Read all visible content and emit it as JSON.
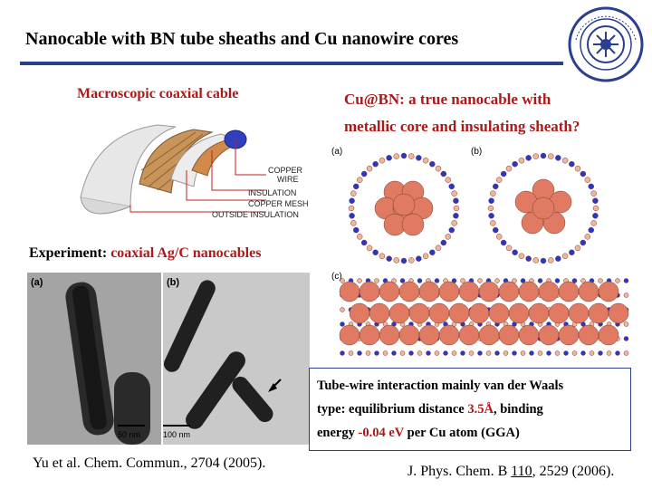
{
  "title": "Nanocable with BN tube sheaths and Cu nanowire cores",
  "left": {
    "subtitle": "Macroscopic coaxial cable",
    "cable_labels": [
      "COPPER",
      "WIRE",
      "INSULATION",
      "COPPER MESH",
      "OUTSIDE INSULATION"
    ],
    "experiment_prefix": "Experiment:",
    "experiment_text": "coaxial Ag/C nanocables",
    "tem_panel_a": "(a)",
    "tem_panel_b": "(b)",
    "scale_a": "50 nm",
    "scale_b": "100 nm",
    "reference": "Yu et al. Chem. Commun., 2704 (2005)."
  },
  "right": {
    "subtitle_line1": "Cu@BN: a true nanocable with",
    "subtitle_line2": "metallic core and insulating sheath?",
    "panel_a": "(a)",
    "panel_b": "(b)",
    "panel_c": "(c)",
    "box": {
      "line1": "Tube-wire interaction mainly van der Waals",
      "line2_prefix": "type: equilibrium distance ",
      "distance": "3.5Å",
      "line2_suffix": ", binding",
      "line3_prefix": "energy ",
      "energy": "-0.04",
      "energy_unit": " eV",
      "line3_suffix": " per Cu atom (GGA)"
    },
    "reference_prefix": "J. Phys. Chem. B ",
    "reference_volume": "110",
    "reference_suffix": ", 2529 (2006)."
  },
  "colors": {
    "accent_blue": "#2b3f8f",
    "highlight_red": "#b01818",
    "cu_atom": "#e07a62",
    "n_atom": "#2b35c8",
    "b_atom": "#f0b4a0"
  }
}
